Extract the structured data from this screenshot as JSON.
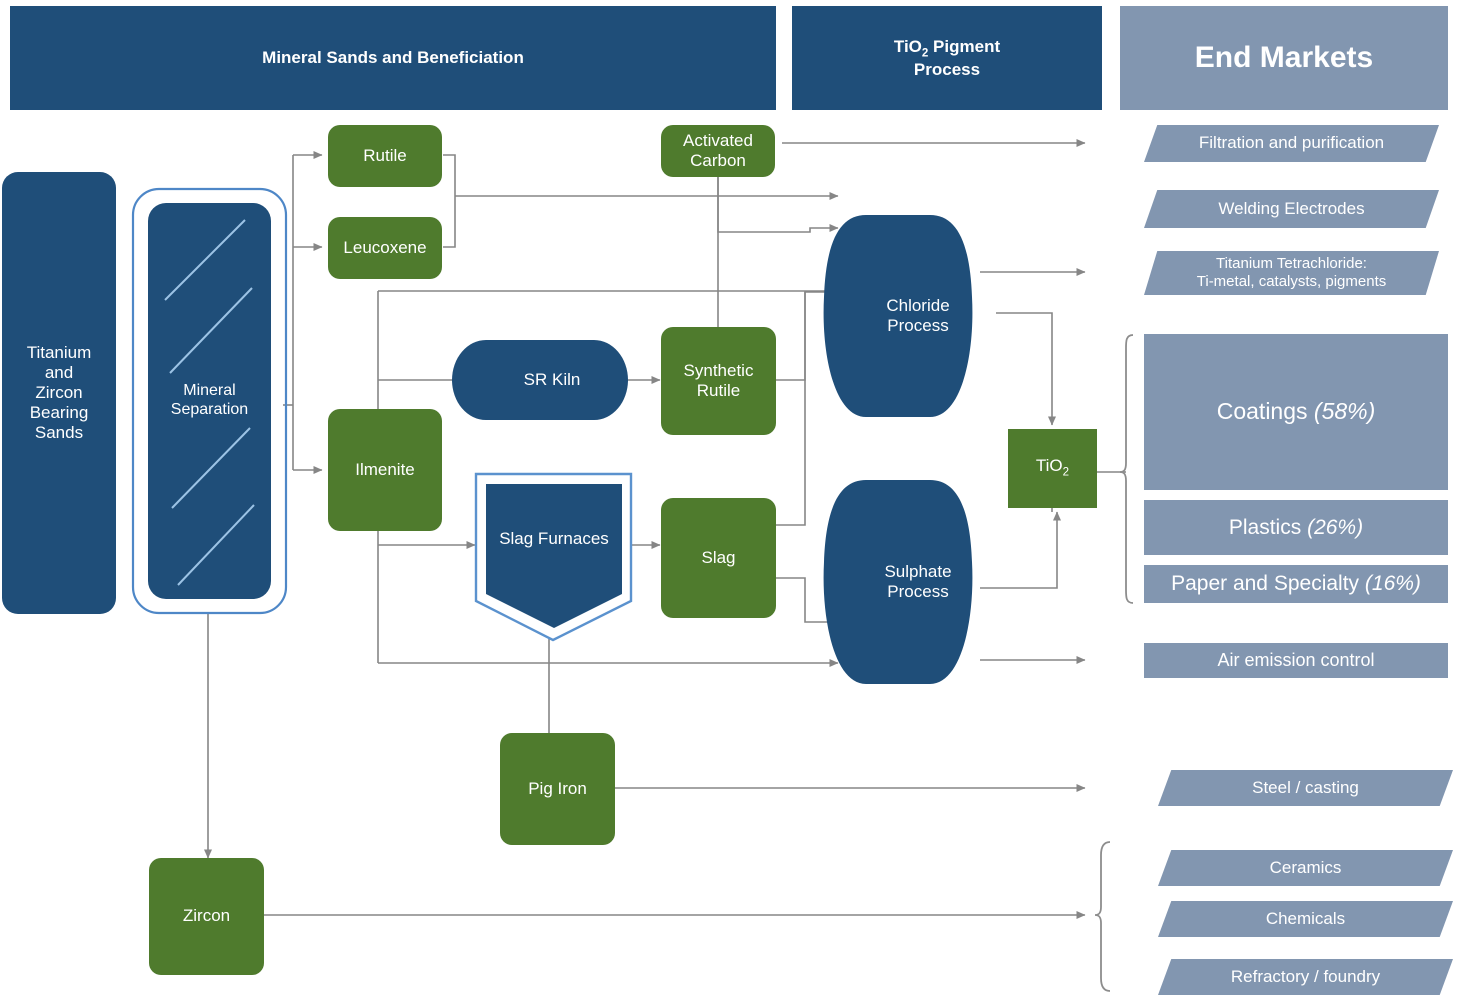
{
  "headers": [
    {
      "id": "mineral-sands",
      "label": "Mineral Sands and Beneficiation"
    },
    {
      "id": "tio2-process",
      "label": "TiO₂ Pigment Process",
      "l1": "TiO",
      "sub": "2",
      "l2": " Pigment",
      "l3": "Process"
    },
    {
      "id": "end-markets",
      "label": "End Markets"
    }
  ],
  "nodes": {
    "feed": "Titanium and Zircon Bearing Sands",
    "feed_lines": [
      "Titanium",
      "and",
      "Zircon",
      "Bearing",
      "Sands"
    ],
    "mineral_separation": "Mineral Separation",
    "rutile": "Rutile",
    "leucoxene": "Leucoxene",
    "ilmenite": "Ilmenite",
    "activated_carbon": "Activated Carbon",
    "sr_kiln": "SR Kiln",
    "synthetic_rutile": "Synthetic Rutile",
    "slag_furnaces": "Slag Furnaces",
    "slag": "Slag",
    "pig_iron": "Pig Iron",
    "zircon": "Zircon",
    "chloride_process": "Chloride Process",
    "sulphate_process": "Sulphate Process",
    "tio2": "TiO₂",
    "tio2_base": "TiO",
    "tio2_sub": "2"
  },
  "markets": [
    {
      "id": "filtration",
      "label": "Filtration and purification",
      "shape": "parallelogram"
    },
    {
      "id": "welding",
      "label": "Welding Electrodes",
      "shape": "parallelogram"
    },
    {
      "id": "ticl4",
      "label": "Titanium Tetrachloride: Ti-metal, catalysts, pigments",
      "line1": "Titanium Tetrachloride:",
      "line2": "Ti-metal, catalysts, pigments",
      "shape": "parallelogram"
    },
    {
      "id": "coatings",
      "label": "Coatings (58%)",
      "name": "Coatings",
      "pct": "(58%)",
      "shape": "rectangle"
    },
    {
      "id": "plastics",
      "label": "Plastics (26%)",
      "name": "Plastics",
      "pct": "(26%)",
      "shape": "rectangle"
    },
    {
      "id": "paper",
      "label": "Paper and Specialty (16%)",
      "name": "Paper and Specialty",
      "pct": "(16%)",
      "shape": "rectangle"
    },
    {
      "id": "air-emission",
      "label": "Air emission control",
      "shape": "rectangle"
    },
    {
      "id": "steel",
      "label": "Steel / casting",
      "shape": "parallelogram"
    },
    {
      "id": "ceramics",
      "label": "Ceramics",
      "shape": "parallelogram"
    },
    {
      "id": "chemicals",
      "label": "Chemicals",
      "shape": "parallelogram"
    },
    {
      "id": "refractory",
      "label": "Refractory / foundry",
      "shape": "parallelogram"
    }
  ],
  "colors": {
    "dark_blue": "#1F4E79",
    "green": "#4F7B2D",
    "gray_blue": "#8296B0",
    "connector": "#868686",
    "accent_light_blue": "#5B92CE"
  },
  "chart_data": {
    "type": "table",
    "title": "TiO₂ Pigment end market split",
    "categories": [
      "Coatings",
      "Plastics",
      "Paper and Specialty"
    ],
    "values": [
      58,
      26,
      16
    ],
    "unit": "%"
  }
}
